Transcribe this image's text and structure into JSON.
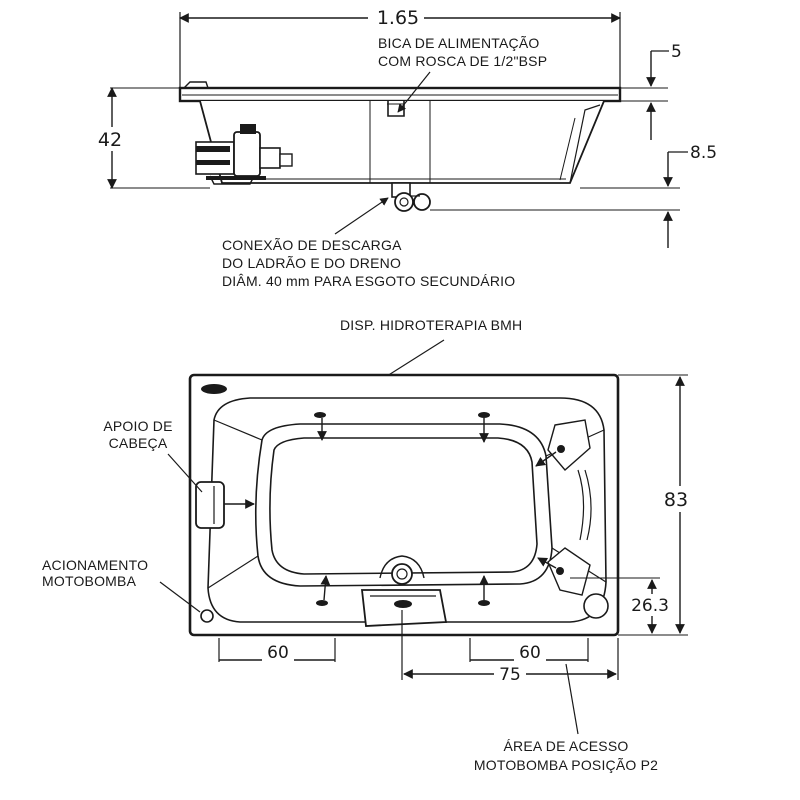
{
  "dimensions": {
    "length": "1.65",
    "rim": "5",
    "height": "42",
    "offset": "8.5",
    "width": "83",
    "corner": "26.3",
    "access_left": "60",
    "access_right": "60",
    "drain_distance": "75"
  },
  "labels": {
    "spout": [
      "BICA DE ALIMENTAÇÃO",
      "COM ROSCA DE 1/2\"BSP"
    ],
    "drain": [
      "CONEXÃO DE DESCARGA",
      "DO LADRÃO E DO DRENO",
      "DIÂM. 40 mm PARA ESGOTO SECUNDÁRIO"
    ],
    "hydro": "DISP. HIDROTERAPIA BMH",
    "headrest": [
      "APOIO DE",
      "CABEÇA"
    ],
    "pump_switch": [
      "ACIONAMENTO",
      "MOTOBOMBA"
    ],
    "access_area": [
      "ÁREA DE ACESSO",
      "MOTOBOMBA POSIÇÃO P2"
    ]
  }
}
